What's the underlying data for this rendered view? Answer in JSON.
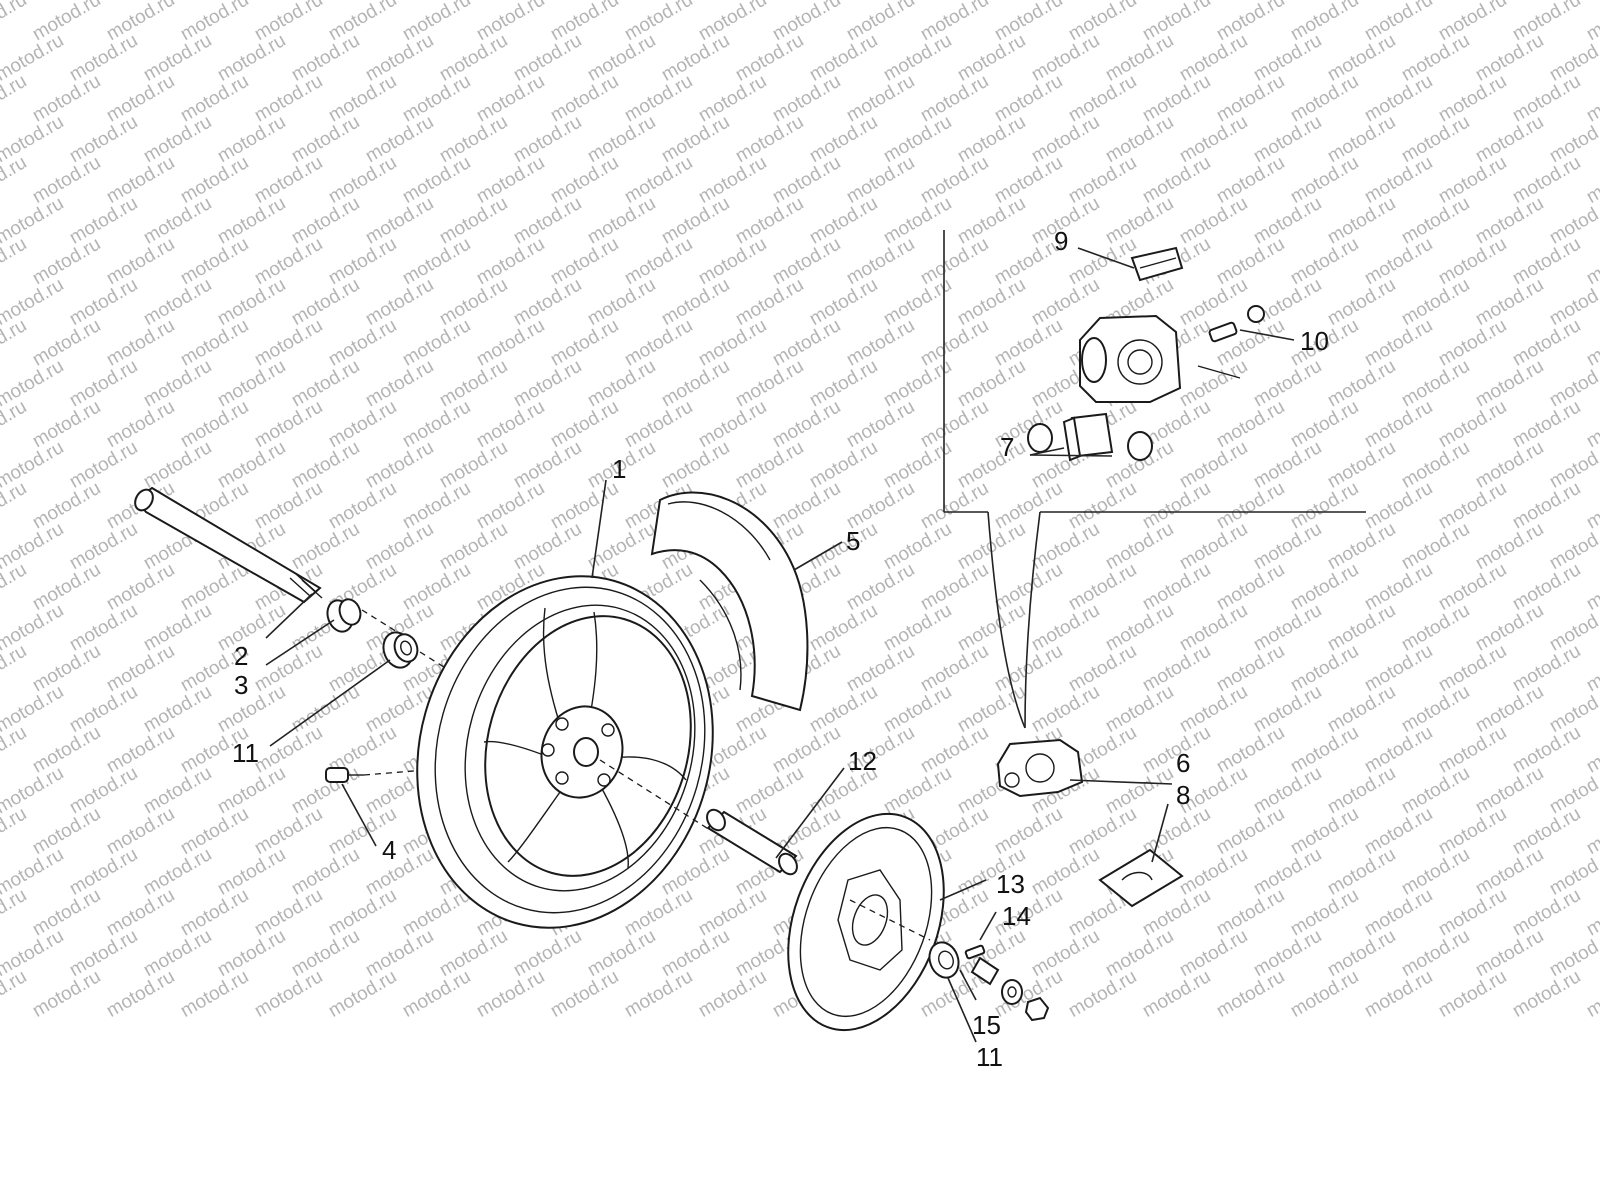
{
  "watermark": {
    "text": "motod.ru",
    "color": "#b4b4b4"
  },
  "callouts": [
    {
      "id": "label-1",
      "text": "1"
    },
    {
      "id": "label-2",
      "text": "2"
    },
    {
      "id": "label-3",
      "text": "3"
    },
    {
      "id": "label-4",
      "text": "4"
    },
    {
      "id": "label-5",
      "text": "5"
    },
    {
      "id": "label-6",
      "text": "6"
    },
    {
      "id": "label-7",
      "text": "7"
    },
    {
      "id": "label-8",
      "text": "8"
    },
    {
      "id": "label-9",
      "text": "9"
    },
    {
      "id": "label-10",
      "text": "10"
    },
    {
      "id": "label-11a",
      "text": "11"
    },
    {
      "id": "label-11b",
      "text": "11"
    },
    {
      "id": "label-12",
      "text": "12"
    },
    {
      "id": "label-13",
      "text": "13"
    },
    {
      "id": "label-14",
      "text": "14"
    },
    {
      "id": "label-15",
      "text": "15"
    }
  ],
  "colors": {
    "line": "#222222",
    "background": "#ffffff"
  }
}
